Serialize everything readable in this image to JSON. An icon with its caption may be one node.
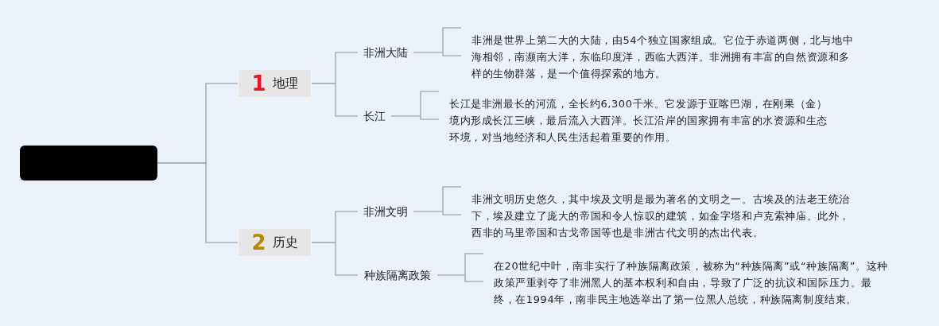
{
  "diagram": {
    "nodes": [
      {
        "text": [],
        "shape": "box"
      },
      {
        "text": [
          "1",
          "地理"
        ]
      },
      {
        "text": [
          "非洲大陆"
        ]
      },
      {
        "text": [
          "非洲是世界上第二大的大陆，由54个独立国家组成。它位于赤道两侧，北与地中海相邻，南濒南大洋，东临印度洋，西临大西洋。非洲拥有丰富的自然资源和多样的生物群落，是一个值得探索的地方。"
        ]
      },
      {
        "text": [
          "长江"
        ]
      },
      {
        "text": [
          "长江是非洲最长的河流，全长约6,300千米。它发源于亚喀巴湖，在刚果（金）境内形成长江三峡，最后流入大西洋。长江沿岸的国家拥有丰富的水资源和生态环境，对当地经济和人民生活起着重要的作用。"
        ]
      },
      {
        "text": [
          "2",
          "历史"
        ]
      },
      {
        "text": [
          "非洲文明"
        ]
      },
      {
        "text": [
          "非洲文明历史悠久，其中埃及文明是最为著名的文明之一。古埃及的法老王统治下，埃及建立了庞大的帝国和令人惊叹的建筑，如金字塔和卢克索神庙。此外，西非的马里帝国和古戈帝国等也是非洲古代文明的杰出代表。"
        ]
      },
      {
        "text": [
          "种族隔离政策"
        ]
      },
      {
        "text": [
          "在20世纪中叶，南非实行了种族隔离政策，被称为“种族隔离”或“种族隔离”。这种政策严重剥夺了非洲黑人的基本权利和自由，导致了广泛的抗议和国际压力。最终，在1994年，南非民主地选举出了第一位黑人总统，种族隔离制度结束。"
        ]
      }
    ],
    "edges": [
      {
        "from": 0,
        "to": 1,
        "arrow": "none"
      },
      {
        "from": 0,
        "to": 6,
        "arrow": "none"
      },
      {
        "from": 1,
        "to": 2,
        "arrow": "none"
      },
      {
        "from": 1,
        "to": 4,
        "arrow": "none"
      },
      {
        "from": 2,
        "to": 3,
        "arrow": "none"
      },
      {
        "from": 4,
        "to": 5,
        "arrow": "none"
      },
      {
        "from": 6,
        "to": 7,
        "arrow": "none"
      },
      {
        "from": 6,
        "to": 9,
        "arrow": "none"
      },
      {
        "from": 7,
        "to": 8,
        "arrow": "none"
      },
      {
        "from": 9,
        "to": 10,
        "arrow": "none"
      }
    ]
  }
}
